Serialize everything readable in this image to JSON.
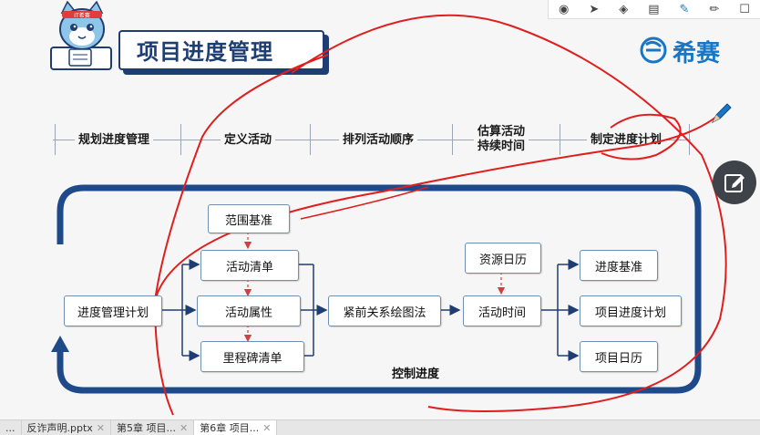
{
  "slide": {
    "title": "项目进度管理",
    "logo": "希赛",
    "steps": [
      "规划进度管理",
      "定义活动",
      "排列活动顺序",
      "估算活动\n持续时间",
      "制定进度计划"
    ],
    "nodes": {
      "plan": "进度管理计划",
      "scope": "范围基准",
      "activity_list": "活动清单",
      "activity_attr": "活动属性",
      "milestone": "里程碑清单",
      "pdm": "紧前关系绘图法",
      "resource_cal": "资源日历",
      "activity_time": "活动时间",
      "schedule_baseline": "进度基准",
      "project_schedule": "项目进度计划",
      "project_calendar": "项目日历"
    },
    "control": "控制进度",
    "mascot_band": "IT希赛"
  },
  "toolbar": {
    "icons": [
      "record-icon",
      "pointer-icon",
      "eraser-icon",
      "brush-icon",
      "pen-icon",
      "pencil-icon",
      "window-icon"
    ]
  },
  "taskbar": {
    "tabs": [
      {
        "label": "...",
        "active": false
      },
      {
        "label": "反诈声明.pptx",
        "active": false
      },
      {
        "label": "第5章 项目...",
        "active": false
      },
      {
        "label": "第6章 项目...",
        "active": true
      }
    ]
  },
  "colors": {
    "navy": "#1e3e73",
    "loop": "#1f4a8a",
    "annotation_red": "#e01e1e",
    "arrow_red": "#d04040",
    "brand": "#1876c7"
  }
}
